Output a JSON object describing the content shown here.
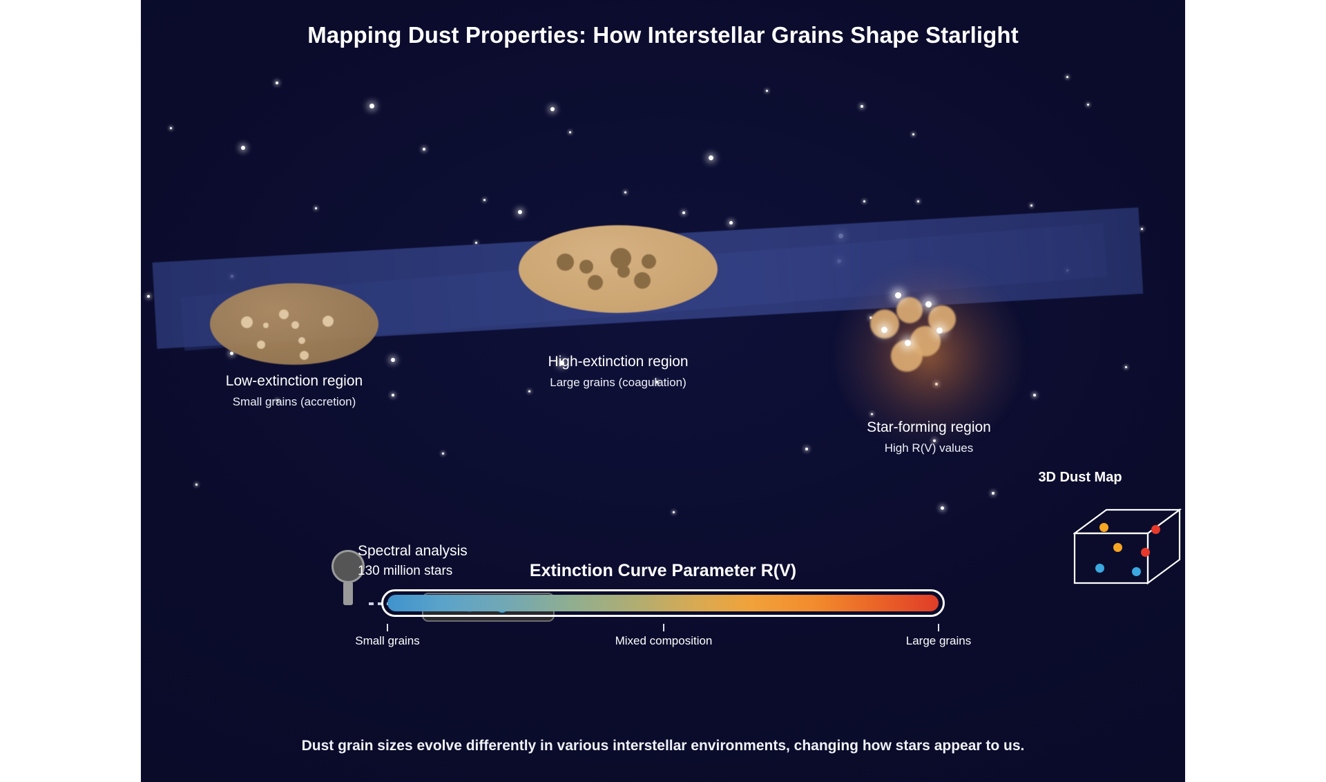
{
  "title": "Mapping Dust Properties: How Interstellar Grains Shape Starlight",
  "footer": "Dust grain sizes evolve differently in various interstellar environments, changing how stars appear to us.",
  "regions": [
    {
      "id": "low-extinction",
      "name": "Low-extinction region",
      "subtitle": "Small grains (accretion)",
      "grain_type": "small",
      "grain_color": "#e9cfa6",
      "cloud_color": "#a3825a"
    },
    {
      "id": "high-extinction",
      "name": "High-extinction region",
      "subtitle": "Large grains (coagulation)",
      "grain_type": "large",
      "grain_color": "#8a6c44",
      "cloud_color": "#cda774"
    },
    {
      "id": "star-forming",
      "name": "Star-forming region",
      "subtitle": "High R(V) values",
      "grain_type": "glowing",
      "grain_color": "#dbab72",
      "cloud_color": "#ff963c"
    }
  ],
  "dust_map": {
    "title": "3D Dust Map",
    "dots": [
      {
        "color": "#f5a623",
        "label": "orange-dot"
      },
      {
        "color": "#f5a623",
        "label": "orange-dot"
      },
      {
        "color": "#e8392a",
        "label": "red-dot"
      },
      {
        "color": "#e8392a",
        "label": "red-dot"
      },
      {
        "color": "#3ba8e0",
        "label": "blue-dot"
      },
      {
        "color": "#3ba8e0",
        "label": "blue-dot"
      }
    ]
  },
  "spectral": {
    "title": "Spectral analysis",
    "subtitle": "130 million stars",
    "wave_color": "#2f9fe0"
  },
  "colorbar": {
    "title": "Extinction Curve Parameter R(V)",
    "left_label": "Small grains",
    "mid_label": "Mixed composition",
    "right_label": "Large grains",
    "start_color": "#3f93cc",
    "mid_color": "#d8aa53",
    "end_color": "#e03d28"
  },
  "chart_data": {
    "type": "heatmap",
    "title": "Extinction Curve Parameter R(V)",
    "xlabel": "",
    "ylabel": "",
    "legend_position": "below",
    "grid": false,
    "categories": [
      "Small grains",
      "Mixed composition",
      "Large grains"
    ],
    "values": [
      0,
      50,
      100
    ],
    "colors": [
      "#3f93cc",
      "#d8aa53",
      "#e03d28"
    ],
    "annotations": [
      "Low-extinction region / Small grains (accretion)",
      "High-extinction region / Large grains (coagulation)",
      "Star-forming region / High R(V) values"
    ]
  },
  "colors": {
    "background": "#0b0c2c",
    "dust_lane": "#3a4a8c",
    "star": "#ffffff",
    "text": "#ffffff"
  }
}
